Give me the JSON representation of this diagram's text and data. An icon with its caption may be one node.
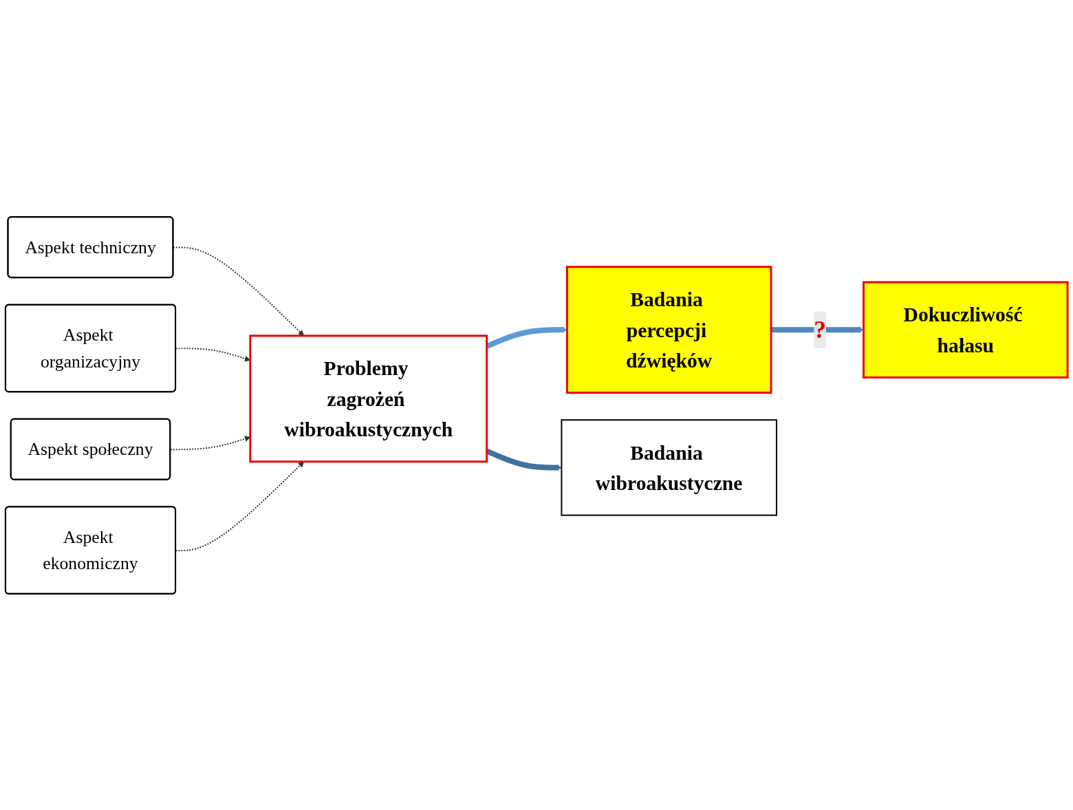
{
  "diagram": {
    "nodes": [
      {
        "text": [
          "Aspekt techniczny"
        ]
      },
      {
        "text": [
          "Aspekt organizacyjny"
        ]
      },
      {
        "text": [
          "Aspekt społeczny"
        ]
      },
      {
        "text": [
          "Aspekt ekonomiczny"
        ]
      },
      {
        "text": [
          "Problemy zagrożeń wibroakustycznych"
        ]
      },
      {
        "text": [
          "Badania percepcji dźwięków"
        ]
      },
      {
        "text": [
          "Badania wibroakustyczne"
        ]
      },
      {
        "text": [
          "Dokuczliwość hałasu"
        ]
      }
    ],
    "edges": [
      {
        "from": 0,
        "to": 4,
        "arrow": "to",
        "style": "dashed"
      },
      {
        "from": 1,
        "to": 4,
        "arrow": "to",
        "style": "dashed"
      },
      {
        "from": 2,
        "to": 4,
        "arrow": "to",
        "style": "dashed"
      },
      {
        "from": 3,
        "to": 4,
        "arrow": "to",
        "style": "dashed"
      },
      {
        "from": 4,
        "to": 5,
        "arrow": "to",
        "style": "thick",
        "color": "#5b9bd5"
      },
      {
        "from": 4,
        "to": 6,
        "arrow": "to",
        "style": "thick",
        "color": "#41719c"
      },
      {
        "from": 5,
        "to": 7,
        "arrow": "to",
        "style": "thick",
        "color": "#4f88bf",
        "label": "?"
      }
    ]
  }
}
